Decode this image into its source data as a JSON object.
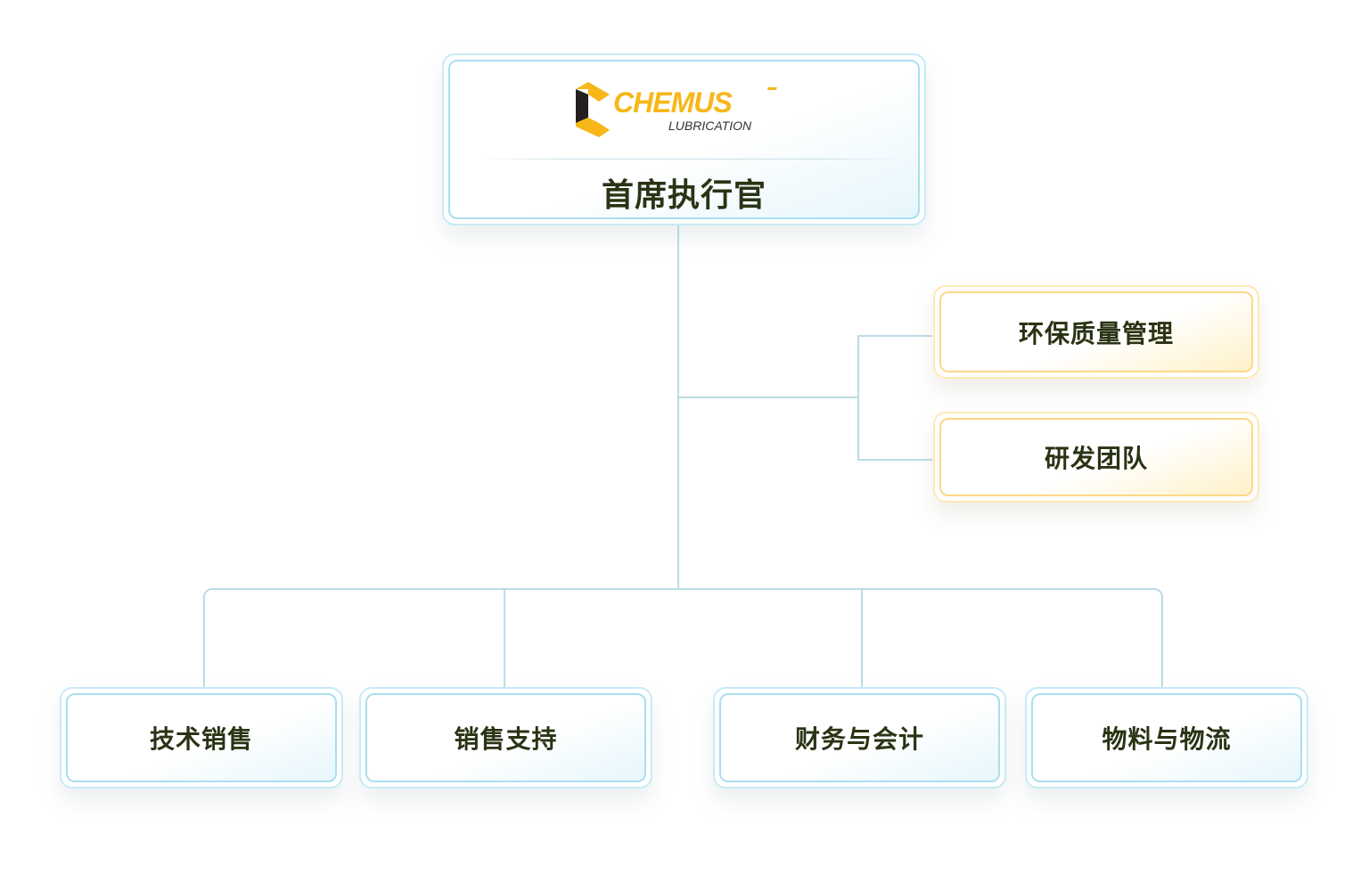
{
  "ceo": {
    "title": "首席执行官",
    "logo": {
      "brand": "CHEMUS",
      "subtitle": "LUBRICATION"
    }
  },
  "side_departments": [
    {
      "label": "环保质量管理"
    },
    {
      "label": "研发团队"
    }
  ],
  "departments": [
    {
      "label": "技术销售"
    },
    {
      "label": "销售支持"
    },
    {
      "label": "财务与会计"
    },
    {
      "label": "物料与物流"
    }
  ],
  "colors": {
    "line": "#b9dde6",
    "text": "#2a3314",
    "logo_yellow": "#f7b718",
    "blue_border": "#a9def0",
    "yellow_border": "#fcd886"
  }
}
